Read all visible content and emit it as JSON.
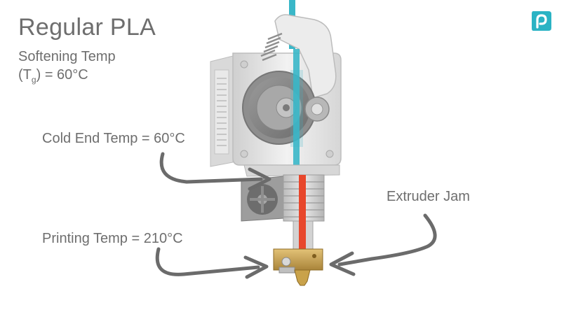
{
  "slide": {
    "title": "Regular PLA",
    "subtitle": "Softening Temp",
    "tg_prefix": "(T",
    "tg_subscript": "g",
    "tg_suffix": ")",
    "tg_value": "=  60°C",
    "cold_end_label": "Cold End Temp = 60°C",
    "printing_label": "Printing Temp = 210°C",
    "jam_label": "Extruder Jam"
  },
  "colors": {
    "text": "#6e6e6e",
    "arrow": "#6b6b6b",
    "filament": "#3ab7c8",
    "hot_filament": "#e8472c",
    "metal_light": "#e6e6e6",
    "metal_dark": "#8c8c8c",
    "brass": "#c9a24a",
    "logo": "#2ab3c4"
  },
  "icons": {
    "logo": "brand-logo-icon"
  }
}
